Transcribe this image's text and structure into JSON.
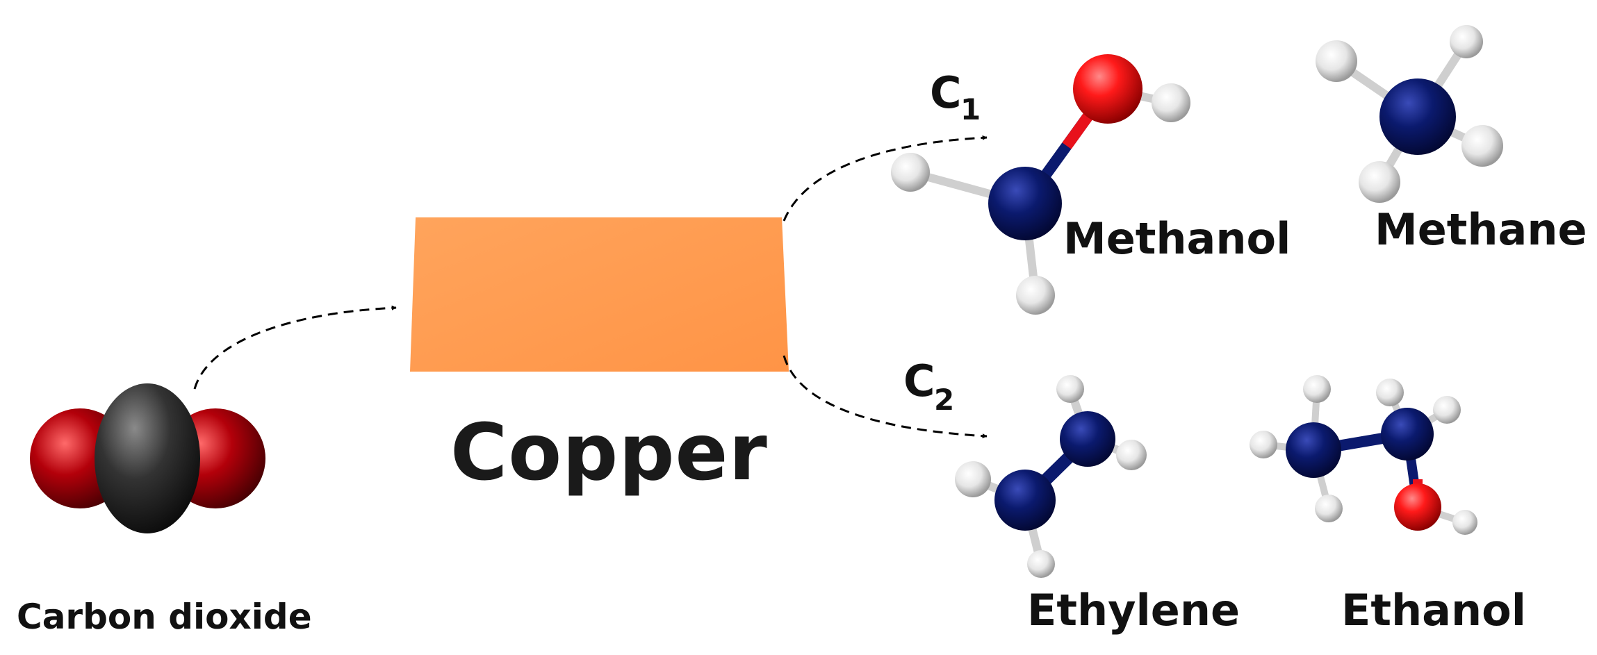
{
  "labels": {
    "carbon_dioxide": "Carbon dioxide",
    "copper": "Copper",
    "c1_main": "C",
    "c1_sub": "1",
    "c2_main": "C",
    "c2_sub": "2",
    "methanol": "Methanol",
    "methane": "Methane",
    "ethylene": "Ethylene",
    "ethanol": "Ethanol"
  },
  "colors": {
    "copper": "#ff9a4f",
    "carbon": "#0b1a6e",
    "oxygen": "#e8111b",
    "hydrogen": "#e8e8e8",
    "co2_carbon": "#2a2a2a",
    "co2_oxygen": "#b3000a"
  }
}
